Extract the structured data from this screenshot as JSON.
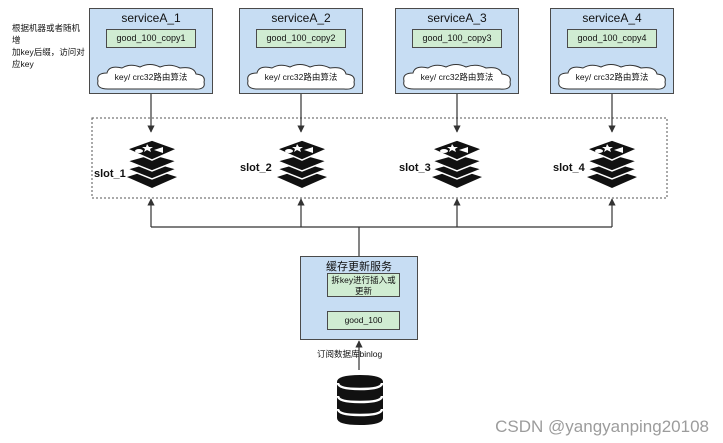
{
  "services": [
    {
      "title": "serviceA_1",
      "copy": "good_100_copy1",
      "route": "key/ crc32路由算法"
    },
    {
      "title": "serviceA_2",
      "copy": "good_100_copy2",
      "route": "key/ crc32路由算法"
    },
    {
      "title": "serviceA_3",
      "copy": "good_100_copy3",
      "route": "key/ crc32路由算法"
    },
    {
      "title": "serviceA_4",
      "copy": "good_100_copy4",
      "route": "key/ crc32路由算法"
    }
  ],
  "note": {
    "line1": "根据机器或者随机增",
    "line2": "加key后缀，访问对",
    "line3": "应key"
  },
  "slots": [
    "slot_1",
    "slot_2",
    "slot_3",
    "slot_4"
  ],
  "cache_service": {
    "title": "缓存更新服务",
    "action_line1": "拆key进行插入或",
    "action_line2": "更新",
    "key": "good_100"
  },
  "binlog_label": "订阅数据库binlog",
  "watermark": "CSDN @yangyanping20108",
  "icons": {
    "redis": "redis-stack-icon",
    "database": "database-icon",
    "cloud": "cloud-shape"
  },
  "colors": {
    "service_fill": "#c7ddf3",
    "key_fill": "#d0ecd2",
    "line": "#333333"
  }
}
